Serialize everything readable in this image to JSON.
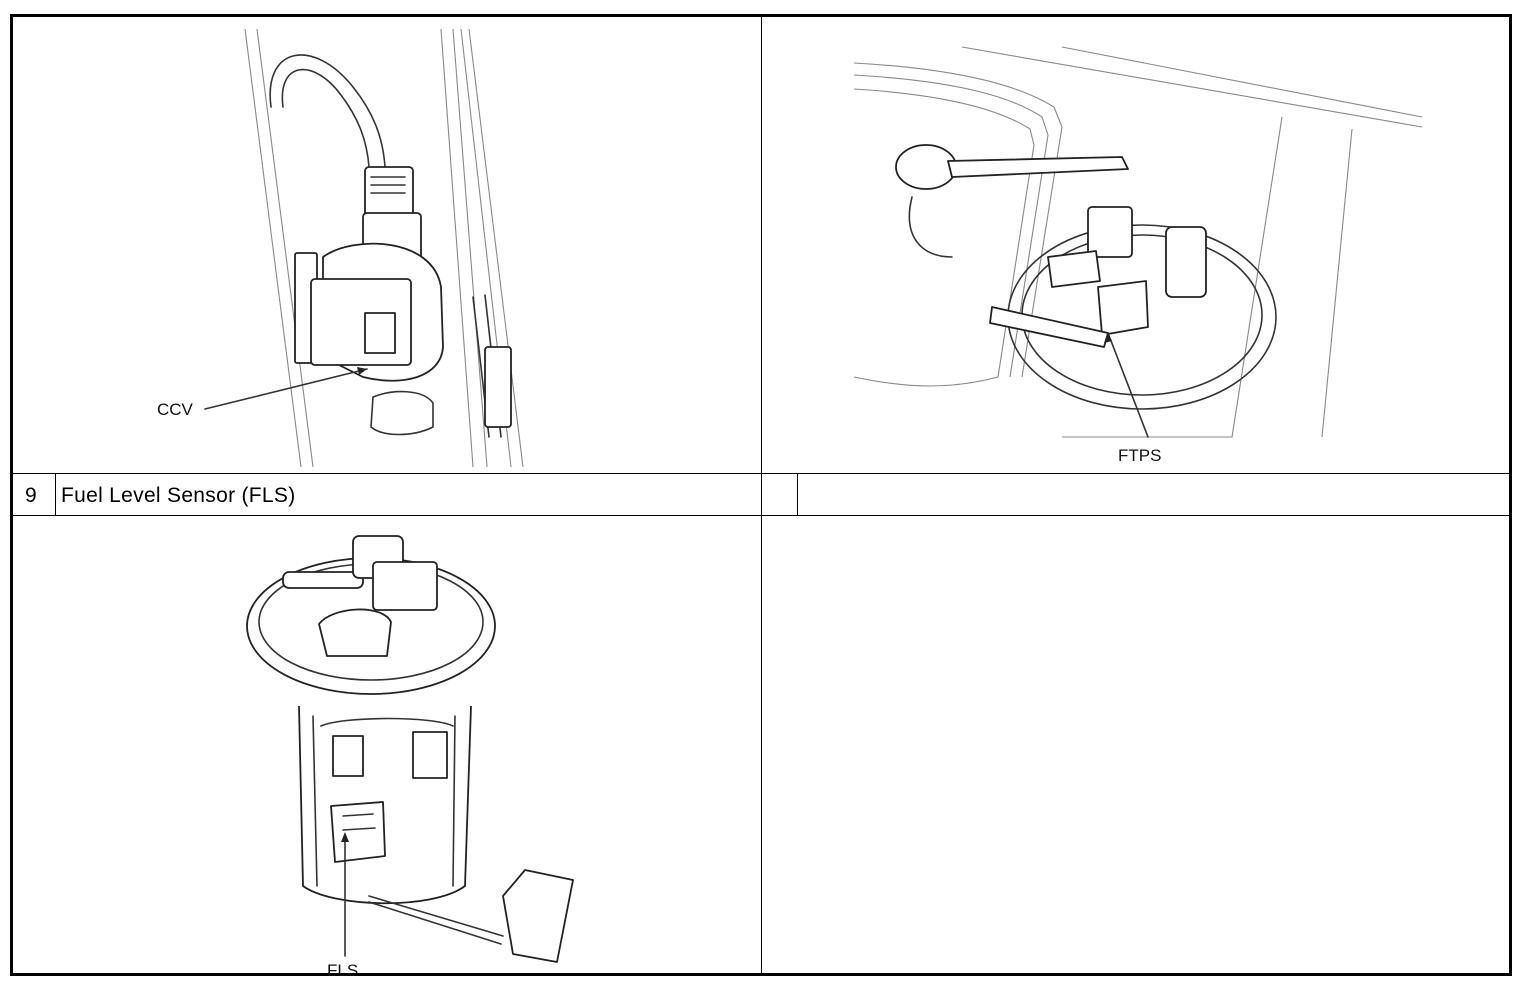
{
  "rows": [
    {
      "figures": [
        {
          "label": "CCV"
        },
        {
          "label": "FTPS"
        }
      ]
    },
    {
      "left": {
        "index": "9",
        "title": "Fuel Level Sensor (FLS)"
      },
      "right": {
        "index": "",
        "title": ""
      }
    },
    {
      "figures": [
        {
          "label": "FLS"
        },
        {
          "label": ""
        }
      ]
    }
  ]
}
